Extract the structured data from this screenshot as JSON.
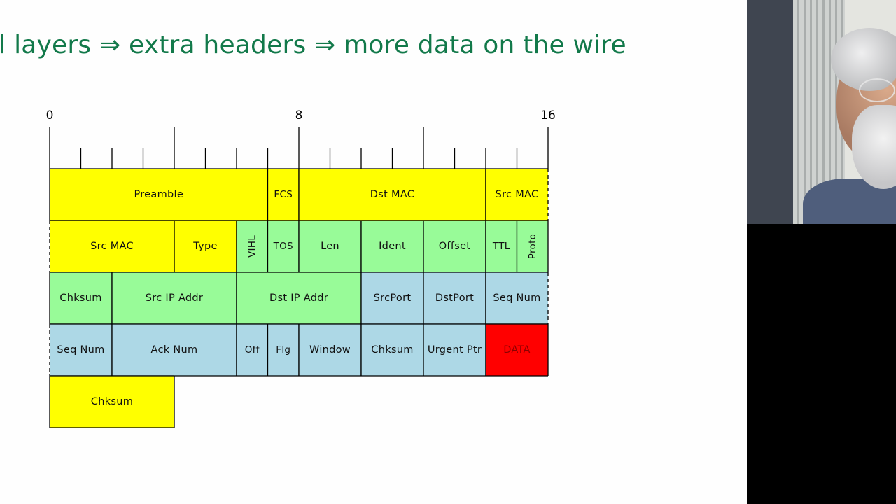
{
  "slide": {
    "title": "ol layers ⇒ extra headers ⇒ more data on the wire"
  },
  "diagram": {
    "bit_labels": [
      {
        "bit": 0,
        "text": "0"
      },
      {
        "bit": 8,
        "text": "8"
      },
      {
        "bit": 16,
        "text": "16"
      }
    ],
    "colors": {
      "ethernet": "#ffff00",
      "ip": "#98fb98",
      "tcp": "#add8e6",
      "data": "#ff0000"
    },
    "fields": [
      {
        "row": 0,
        "start": 0,
        "width": 7,
        "label": "Preamble",
        "layer": "ethernet"
      },
      {
        "row": 0,
        "start": 7,
        "width": 1,
        "label": "FCS",
        "layer": "ethernet"
      },
      {
        "row": 0,
        "start": 8,
        "width": 6,
        "label": "Dst MAC",
        "layer": "ethernet"
      },
      {
        "row": 0,
        "start": 14,
        "width": 2,
        "label": "Src MAC",
        "layer": "ethernet",
        "open_right": true
      },
      {
        "row": 1,
        "start": 0,
        "width": 4,
        "label": "Src MAC",
        "layer": "ethernet",
        "open_left": true
      },
      {
        "row": 1,
        "start": 4,
        "width": 2,
        "label": "Type",
        "layer": "ethernet"
      },
      {
        "row": 1,
        "start": 6,
        "width": 1,
        "label": "VIHL",
        "layer": "ip",
        "vertical": true
      },
      {
        "row": 1,
        "start": 7,
        "width": 1,
        "label": "TOS",
        "layer": "ip"
      },
      {
        "row": 1,
        "start": 8,
        "width": 2,
        "label": "Len",
        "layer": "ip"
      },
      {
        "row": 1,
        "start": 10,
        "width": 2,
        "label": "Ident",
        "layer": "ip"
      },
      {
        "row": 1,
        "start": 12,
        "width": 2,
        "label": "Offset",
        "layer": "ip"
      },
      {
        "row": 1,
        "start": 14,
        "width": 1,
        "label": "TTL",
        "layer": "ip"
      },
      {
        "row": 1,
        "start": 15,
        "width": 1,
        "label": "Proto",
        "layer": "ip",
        "vertical": true
      },
      {
        "row": 2,
        "start": 0,
        "width": 2,
        "label": "Chksum",
        "layer": "ip"
      },
      {
        "row": 2,
        "start": 2,
        "width": 4,
        "label": "Src IP Addr",
        "layer": "ip"
      },
      {
        "row": 2,
        "start": 6,
        "width": 4,
        "label": "Dst IP Addr",
        "layer": "ip"
      },
      {
        "row": 2,
        "start": 10,
        "width": 2,
        "label": "SrcPort",
        "layer": "tcp"
      },
      {
        "row": 2,
        "start": 12,
        "width": 2,
        "label": "DstPort",
        "layer": "tcp"
      },
      {
        "row": 2,
        "start": 14,
        "width": 2,
        "label": "Seq Num",
        "layer": "tcp",
        "open_right": true
      },
      {
        "row": 3,
        "start": 0,
        "width": 2,
        "label": "Seq Num",
        "layer": "tcp",
        "open_left": true
      },
      {
        "row": 3,
        "start": 2,
        "width": 4,
        "label": "Ack Num",
        "layer": "tcp"
      },
      {
        "row": 3,
        "start": 6,
        "width": 1,
        "label": "Off",
        "layer": "tcp"
      },
      {
        "row": 3,
        "start": 7,
        "width": 1,
        "label": "Flg",
        "layer": "tcp"
      },
      {
        "row": 3,
        "start": 8,
        "width": 2,
        "label": "Window",
        "layer": "tcp"
      },
      {
        "row": 3,
        "start": 10,
        "width": 2,
        "label": "Chksum",
        "layer": "tcp"
      },
      {
        "row": 3,
        "start": 12,
        "width": 2,
        "label": "Urgent Ptr",
        "layer": "tcp"
      },
      {
        "row": 3,
        "start": 14,
        "width": 2,
        "label": "DATA",
        "layer": "data"
      },
      {
        "row": 4,
        "start": 0,
        "width": 4,
        "label": "Chksum",
        "layer": "ethernet"
      }
    ]
  }
}
